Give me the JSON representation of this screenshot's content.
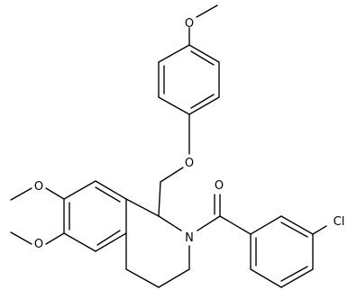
{
  "molecule": {
    "atoms": {
      "o_methoxy_phenyl": "O",
      "o_ether": "O",
      "o_carbonyl": "O",
      "o_methoxy_7": "O",
      "o_methoxy_6": "O",
      "n_ring": "N",
      "cl": "Cl"
    }
  }
}
